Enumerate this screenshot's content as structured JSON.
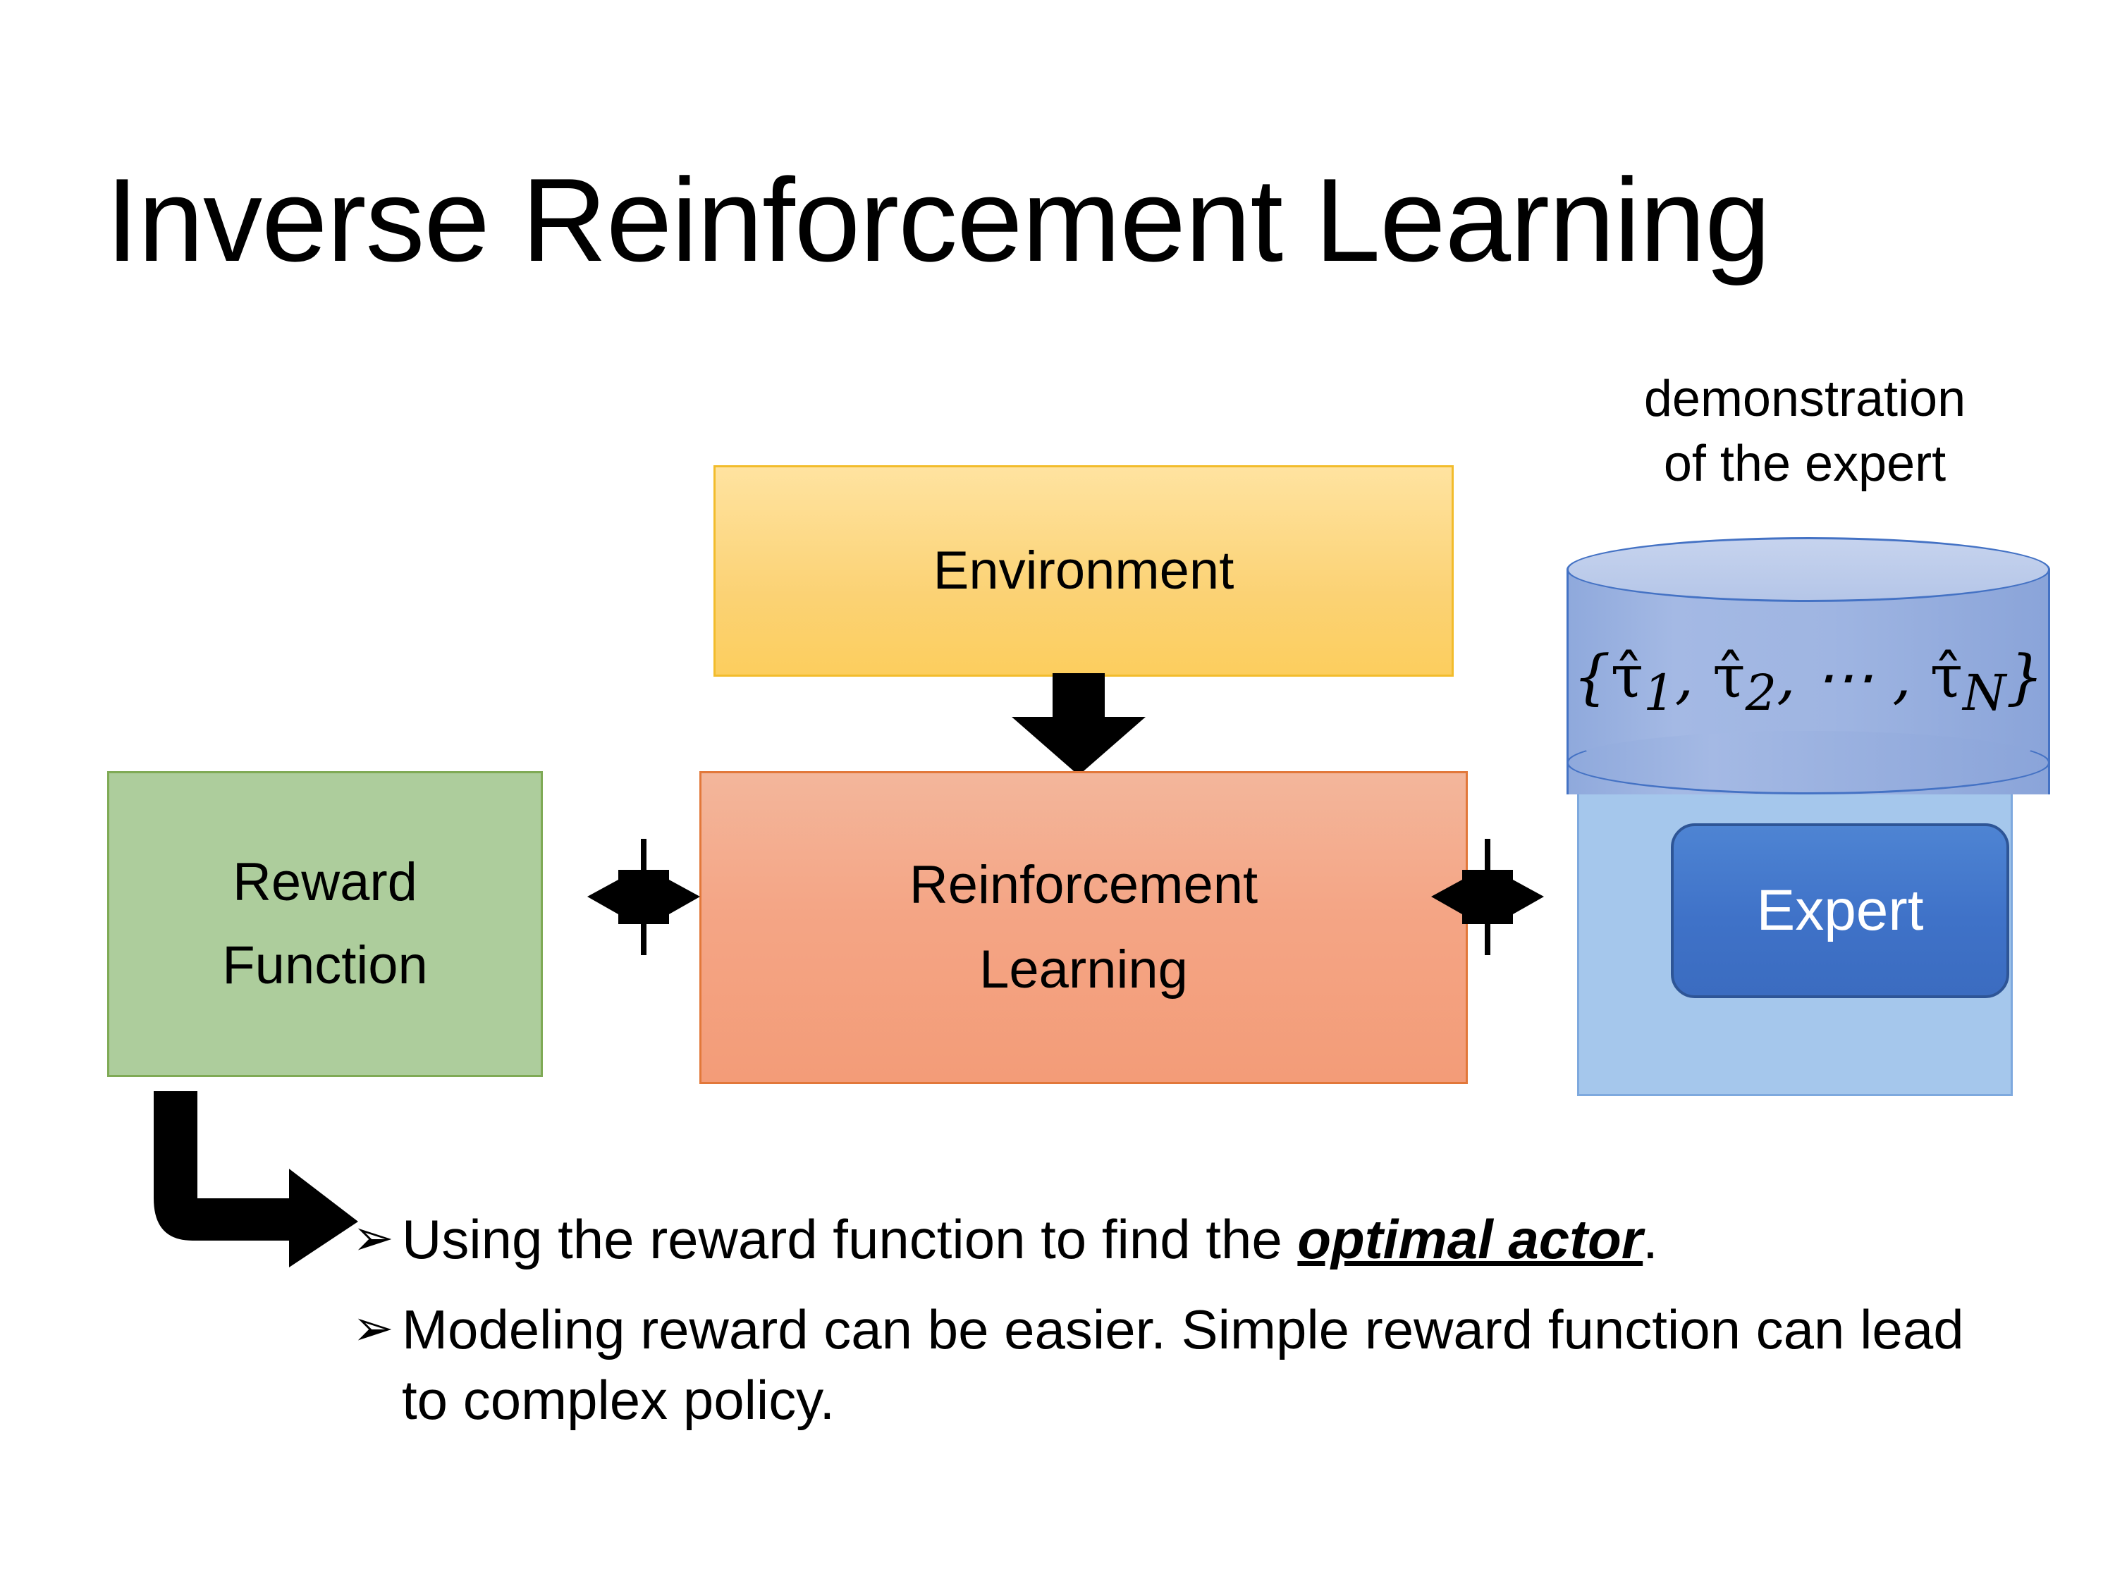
{
  "slide": {
    "title": "Inverse Reinforcement Learning",
    "background_color": "#FFFFFF"
  },
  "diagram": {
    "environment": {
      "label": "Environment",
      "fill_color": "#FBD274",
      "border_color": "#F2BC2C"
    },
    "reinforcement_learning": {
      "label_line1": "Reinforcement",
      "label_line2": "Learning",
      "fill_color": "#F4A585",
      "border_color": "#E2783A"
    },
    "reward_function": {
      "label_line1": "Reward",
      "label_line2": "Function",
      "fill_color": "#ADCD9C",
      "border_color": "#7FAA55"
    },
    "expert_group": {
      "caption_line1": "demonstration",
      "caption_line2": "of the expert",
      "cylinder_formula": "{τ̂1, τ̂2, ⋯ , τ̂N}",
      "cylinder_fill_color": "#9FB5E2",
      "cylinder_border_color": "#4472C4",
      "panel_fill_color": "#A5C7EC",
      "expert_label": "Expert",
      "expert_fill_color": "#3F72C8",
      "expert_text_color": "#FFFFFF"
    },
    "arrows": {
      "environment_to_rl": "down-arrow",
      "rl_to_reward": "double-headed-quad-arrow",
      "rl_to_expert": "double-headed-quad-arrow",
      "reward_to_bullets": "elbow-arrow",
      "color": "#000000"
    }
  },
  "bullets": {
    "marker": "➢",
    "items": [
      {
        "prefix": "Using the reward function to find the ",
        "emphasis": "optimal actor",
        "suffix": "."
      },
      {
        "prefix": "Modeling reward can be easier. Simple reward function can lead to complex policy.",
        "emphasis": "",
        "suffix": ""
      }
    ]
  }
}
